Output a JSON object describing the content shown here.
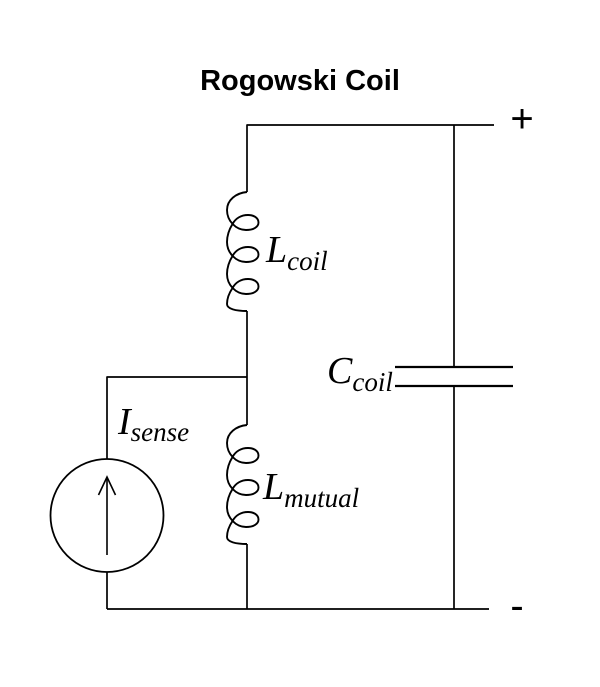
{
  "title": "Rogowski Coil",
  "terminals": {
    "positive": "+",
    "negative": "-"
  },
  "components": {
    "l_coil": {
      "symbol": "L",
      "subscript": "coil",
      "type": "inductor"
    },
    "c_coil": {
      "symbol": "C",
      "subscript": "coil",
      "type": "capacitor"
    },
    "l_mutual": {
      "symbol": "L",
      "subscript": "mutual",
      "type": "inductor"
    },
    "i_sense": {
      "symbol": "I",
      "subscript": "sense",
      "type": "current-source",
      "arrow_direction": "up"
    }
  },
  "colors": {
    "line": "#000000",
    "background": "#ffffff"
  }
}
